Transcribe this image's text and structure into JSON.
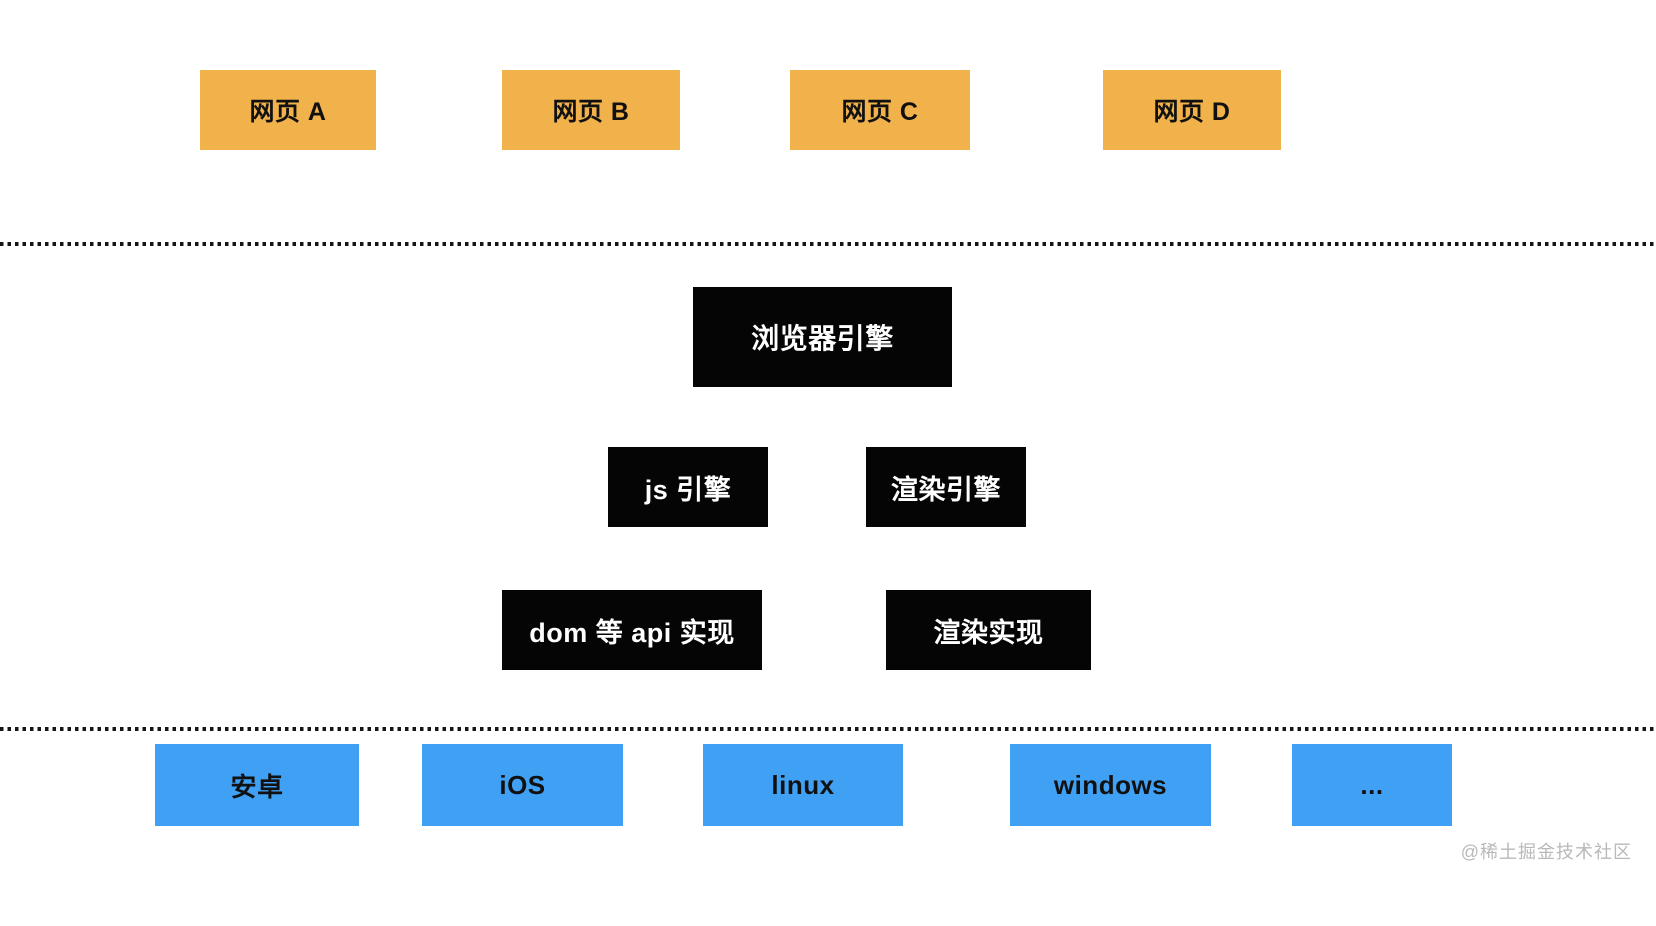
{
  "web_page_layer": {
    "items": [
      {
        "label": "网页 A"
      },
      {
        "label": "网页 B"
      },
      {
        "label": "网页 C"
      },
      {
        "label": "网页 D"
      }
    ]
  },
  "browser_layer": {
    "browser_engine": {
      "label": "浏览器引擎"
    },
    "sub_engines": [
      {
        "label": "js 引擎"
      },
      {
        "label": "渲染引擎"
      }
    ],
    "implementations": [
      {
        "label": "dom 等 api 实现"
      },
      {
        "label": "渲染实现"
      }
    ]
  },
  "os_layer": {
    "items": [
      {
        "label": "安卓"
      },
      {
        "label": "iOS"
      },
      {
        "label": "linux"
      },
      {
        "label": "windows"
      },
      {
        "label": "..."
      }
    ]
  },
  "watermark": {
    "text": "@稀土掘金技术社区"
  },
  "colors": {
    "web_page_bg": "#F1B14B",
    "web_page_text": "#111111",
    "engine_bg": "#050505",
    "engine_text": "#FFFFFF",
    "os_bg": "#3FA0F4",
    "os_text": "#111111",
    "divider": "#151515",
    "watermark_text": "#B9B9B9"
  }
}
